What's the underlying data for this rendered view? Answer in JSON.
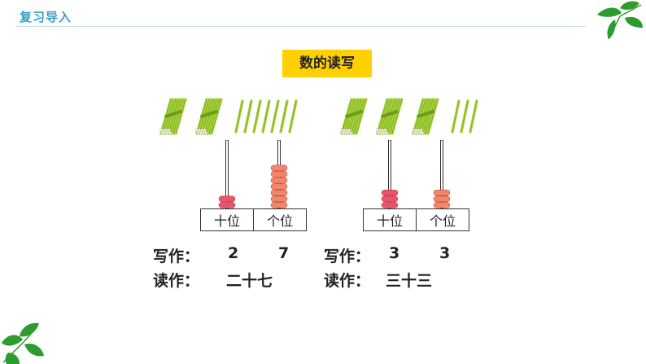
{
  "header": {
    "title": "复习导入"
  },
  "section": {
    "title": "数的读写"
  },
  "left": {
    "bundles": 2,
    "single_sticks": 7,
    "tens_beads": 2,
    "ones_beads": 7,
    "place_labels": [
      "十位",
      "个位"
    ],
    "write_label": "写作：",
    "write_tens": "2",
    "write_ones": "7",
    "read_label": "读作：",
    "read_value": "二十七"
  },
  "right": {
    "bundles": 3,
    "single_sticks": 3,
    "tens_beads": 3,
    "ones_beads": 3,
    "place_labels": [
      "十位",
      "个位"
    ],
    "write_label": "写作：",
    "write_tens": "3",
    "write_ones": "3",
    "read_label": "读作：",
    "read_value": "三十三"
  },
  "colors": {
    "header": "#3aa0c8",
    "title_bg": "#ffd100",
    "stick": "#a6d23a",
    "stick_dark": "#6f9a1c",
    "bead_tens": "#e8546a",
    "bead_ones": "#f2866a",
    "leaf": "#2e9b2e"
  }
}
